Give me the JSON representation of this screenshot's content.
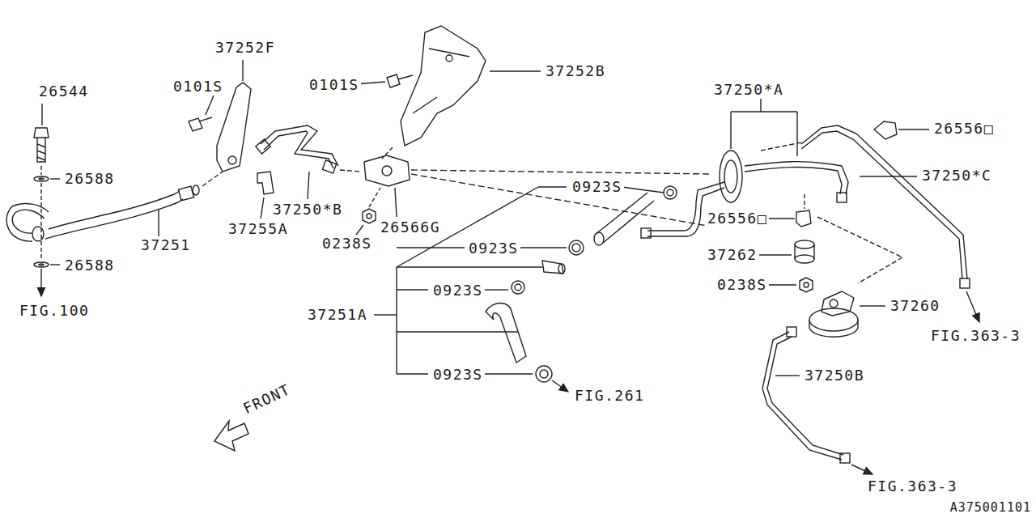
{
  "diagram": {
    "labels": [
      "37252F",
      "0101S",
      "26544",
      "0101S",
      "37252B",
      "37250*A",
      "26556□",
      "0923S",
      "37250*C",
      "26588",
      "37250*B",
      "26566G",
      "37255A",
      "26556□",
      "0923S",
      "0238S",
      "37251",
      "37262",
      "26588",
      "0238S",
      "0923S",
      "37260",
      "FIG.100",
      "37251A",
      "FIG.363-3",
      "37250B",
      "0923S",
      "FIG.261",
      "FRONT",
      "FIG.363-3",
      "A375001101"
    ]
  }
}
